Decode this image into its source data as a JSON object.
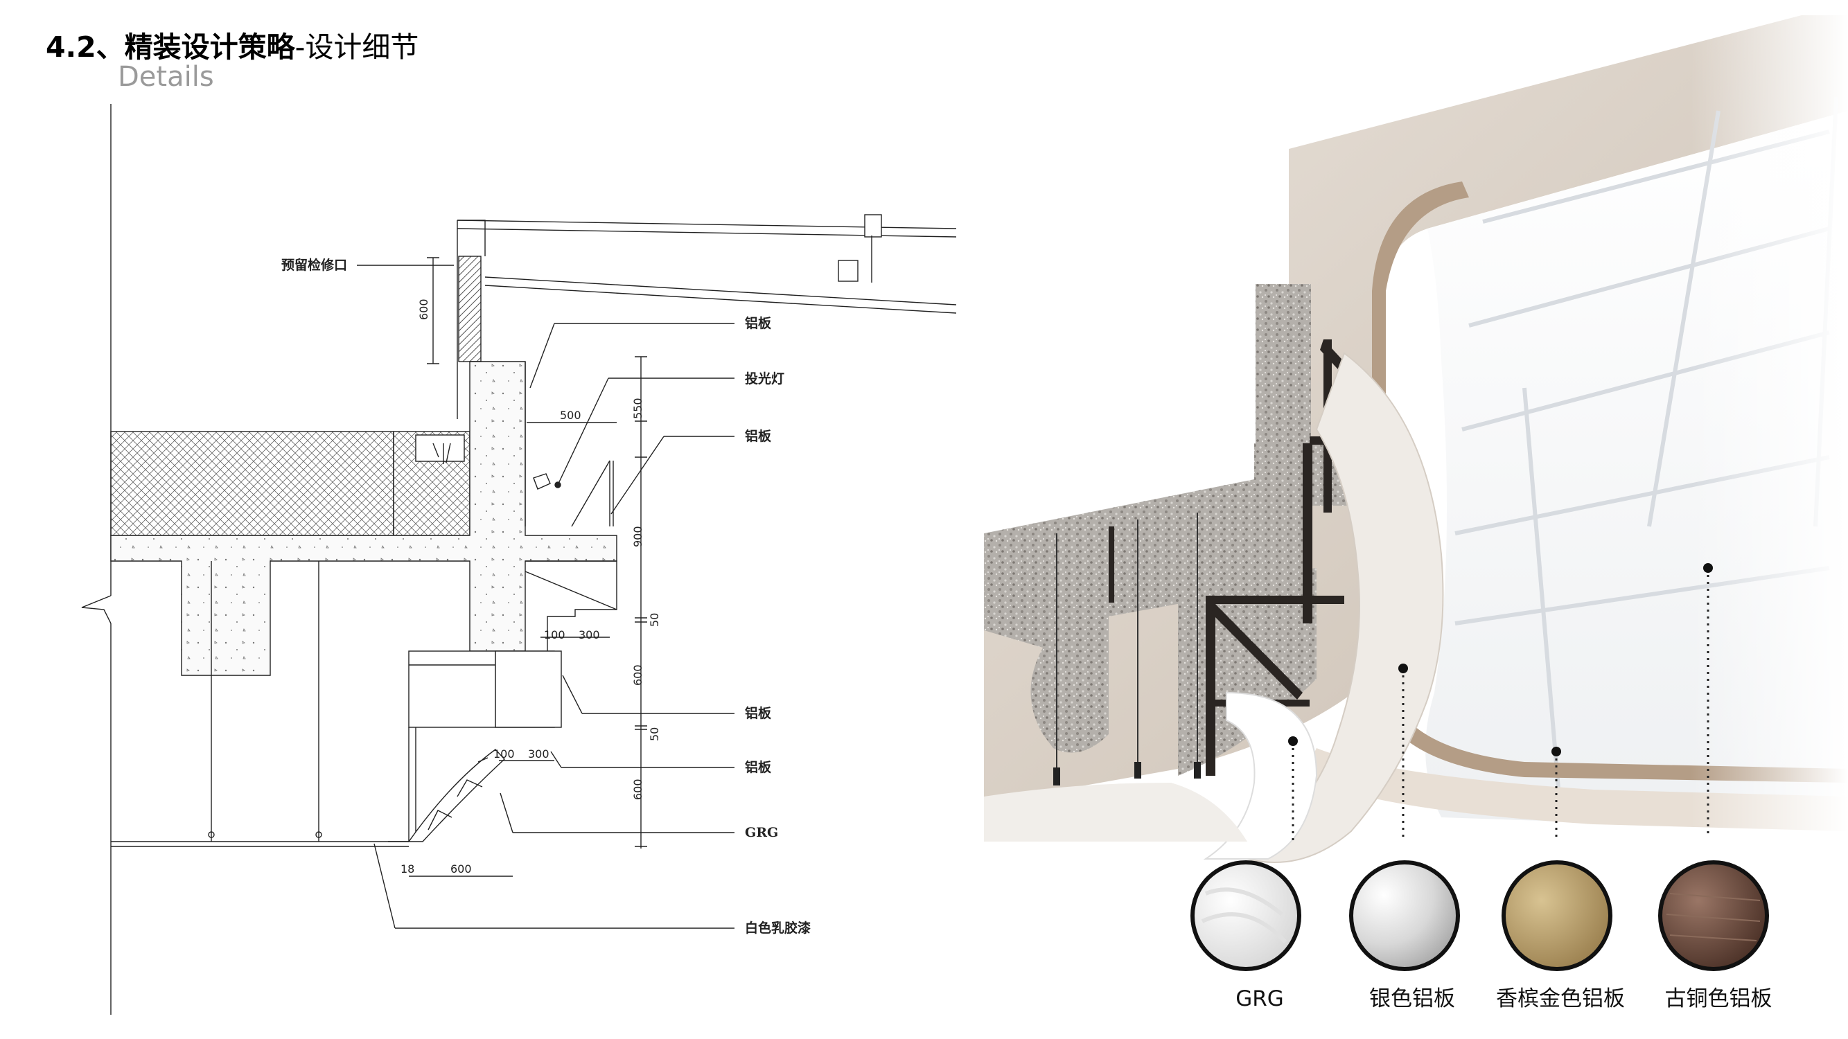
{
  "header": {
    "title_bold": "4.2、精装设计策略",
    "title_sep": "-",
    "title_light": "设计细节",
    "subtitle": "Details"
  },
  "section_drawing": {
    "labels": {
      "access_opening": "预留检修口",
      "aluminum_panel_1": "铝板",
      "spotlight": "投光灯",
      "aluminum_panel_2": "铝板",
      "aluminum_panel_3": "铝板",
      "aluminum_panel_4": "铝板",
      "grg": "GRG",
      "white_latex_paint": "白色乳胶漆"
    },
    "dimensions": {
      "d600_top": "600",
      "d500": "500",
      "d550": "550",
      "d900": "900",
      "d50_a": "50",
      "d100_a": "100",
      "d300_a": "300",
      "d600_mid": "600",
      "d50_b": "50",
      "d100_b": "100",
      "d300_b": "300",
      "d600_low": "600",
      "d18": "18",
      "d600_bottom": "600"
    }
  },
  "materials": [
    {
      "label": "GRG",
      "color": "#f2f2f2"
    },
    {
      "label": "银色铝板",
      "color": "#dcdcdc"
    },
    {
      "label": "香槟金色铝板",
      "color": "#b89c64"
    },
    {
      "label": "古铜色铝板",
      "color": "#6b4a3a"
    }
  ]
}
